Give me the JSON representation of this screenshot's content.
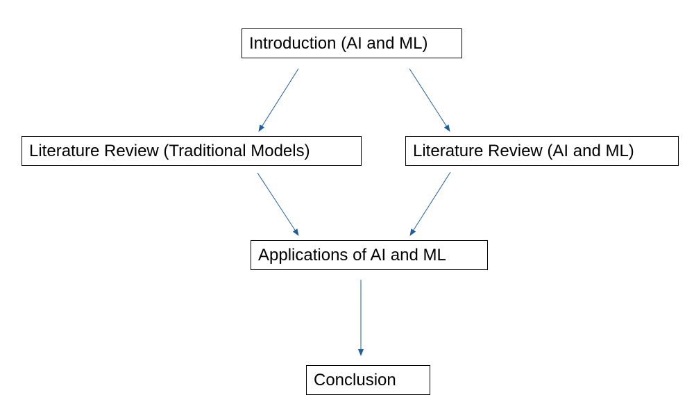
{
  "nodes": {
    "intro": "Introduction (AI and ML)",
    "lit_traditional": "Literature Review (Traditional Models)",
    "lit_ai_ml": "Literature Review (AI and ML)",
    "applications": "Applications of AI and ML",
    "conclusion": "Conclusion"
  },
  "edges": [
    {
      "from": "intro",
      "to": "lit_traditional"
    },
    {
      "from": "intro",
      "to": "lit_ai_ml"
    },
    {
      "from": "lit_traditional",
      "to": "applications"
    },
    {
      "from": "lit_ai_ml",
      "to": "applications"
    },
    {
      "from": "applications",
      "to": "conclusion"
    }
  ],
  "colors": {
    "arrow": "#1f5f99",
    "border": "#000000"
  }
}
